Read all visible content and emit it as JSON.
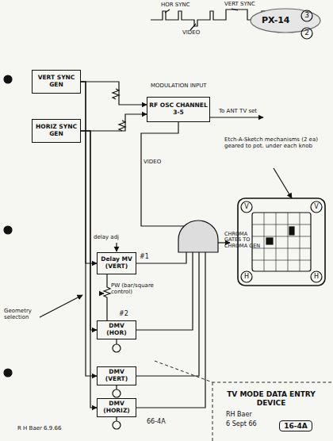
{
  "diagram": {
    "title": "TV MODE DATA ENTRY DEVICE",
    "nodes": [
      {
        "text": [
          "VERT SYNC GEN"
        ]
      },
      {
        "text": [
          "HORIZ SYNC GEN"
        ]
      },
      {
        "text": [
          "RF OSC CHANNEL 3-5"
        ]
      },
      {
        "text": [
          "Delay MV (VERT)"
        ]
      },
      {
        "text": [
          "DMV (HOR)"
        ]
      },
      {
        "text": [
          "DMV (VERT)"
        ]
      },
      {
        "text": [
          "DMV (HORIZ)"
        ]
      }
    ],
    "edges": [
      {
        "from": 0,
        "to": 2,
        "arrow": "to"
      },
      {
        "from": 1,
        "to": 2,
        "arrow": "to"
      },
      {
        "from": 0,
        "to": 3,
        "arrow": "to"
      },
      {
        "from": 1,
        "to": 4,
        "arrow": "to"
      },
      {
        "from": 0,
        "to": 5,
        "arrow": "to"
      },
      {
        "from": 1,
        "to": 6,
        "arrow": "to"
      }
    ],
    "labels": [
      "HOR SYNC",
      "VERT SYNC",
      "VIDEO",
      "PX-14",
      "3",
      "2",
      "MODULATION INPUT",
      "To ANT TV set",
      "VIDEO",
      "Etch-A-Sketch mechanisms (2 ea) geared to pot. under each knob",
      "delay adj",
      "#1",
      "PW (bar/square control)",
      "#2",
      "Geometry selection",
      "CHROMA GATES TO CHROMA GEN",
      "V",
      "V",
      "H",
      "H",
      "66-4A",
      "RH Baer",
      "6 Sept 66",
      "16-4A",
      "R H Baer 6.9.66"
    ]
  }
}
